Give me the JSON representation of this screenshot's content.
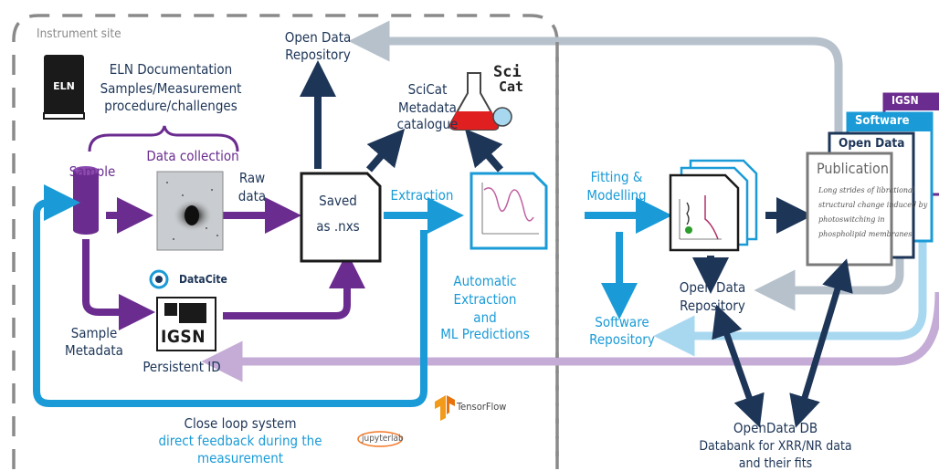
{
  "colors": {
    "navy": "#1d3557",
    "purple": "#6b2c8f",
    "blue": "#1a9bd7",
    "grey_arrow": "#b6c1cc",
    "light_purple": "#c4acd6",
    "light_blue": "#a8d8f0"
  },
  "region": {
    "instrument_site": "Instrument site"
  },
  "eln": {
    "book_label": "ELN",
    "title": "ELN Documentation",
    "line2": "Samples/Measurement",
    "line3": "procedure/challenges"
  },
  "sample": {
    "label": "Sample",
    "metadata_line1": "Sample",
    "metadata_line2": "Metadata"
  },
  "data_collection": {
    "label": "Data collection"
  },
  "raw_data": {
    "line1": "Raw",
    "line2": "data"
  },
  "saved": {
    "line1": "Saved",
    "line2": "as .nxs"
  },
  "open_repo_top": {
    "line1": "Open Data",
    "line2": "Repository"
  },
  "scicat": {
    "line1": "SciCat",
    "line2": "Metadata",
    "line3": "catalogue",
    "logo_line1": "Sci",
    "logo_line2": "Cat"
  },
  "extraction": {
    "label": "Extraction"
  },
  "automatic": {
    "line1": "Automatic",
    "line2": "Extraction",
    "line3": "and",
    "line4": "ML Predictions"
  },
  "datacite": {
    "name": "DataCite"
  },
  "igsn": {
    "label": "IGSN",
    "persistent_id": "Persistent ID"
  },
  "close_loop": {
    "line1": "Close loop system",
    "line2": "direct feedback during the",
    "line3": "measurement"
  },
  "tools": {
    "tensorflow": "TensorFlow",
    "jupyter": "jupyterlab"
  },
  "fitting": {
    "line1": "Fitting &",
    "line2": "Modelling"
  },
  "software_repo": {
    "line1": "Software",
    "line2": "Repository"
  },
  "open_repo_mid": {
    "line1": "Open Data",
    "line2": "Repository"
  },
  "stack": {
    "igsn": "IGSN",
    "software": "Software",
    "open_data": "Open Data",
    "publication": "Publication",
    "pub_text1": "Long strides of librational",
    "pub_text2": "structural change induced by",
    "pub_text3": "photoswitching in",
    "pub_text4": "phospholipid membranes"
  },
  "opendata_db": {
    "title": "OpenData DB",
    "line2": "Databank for XRR/NR data",
    "line3": "and their fits"
  }
}
